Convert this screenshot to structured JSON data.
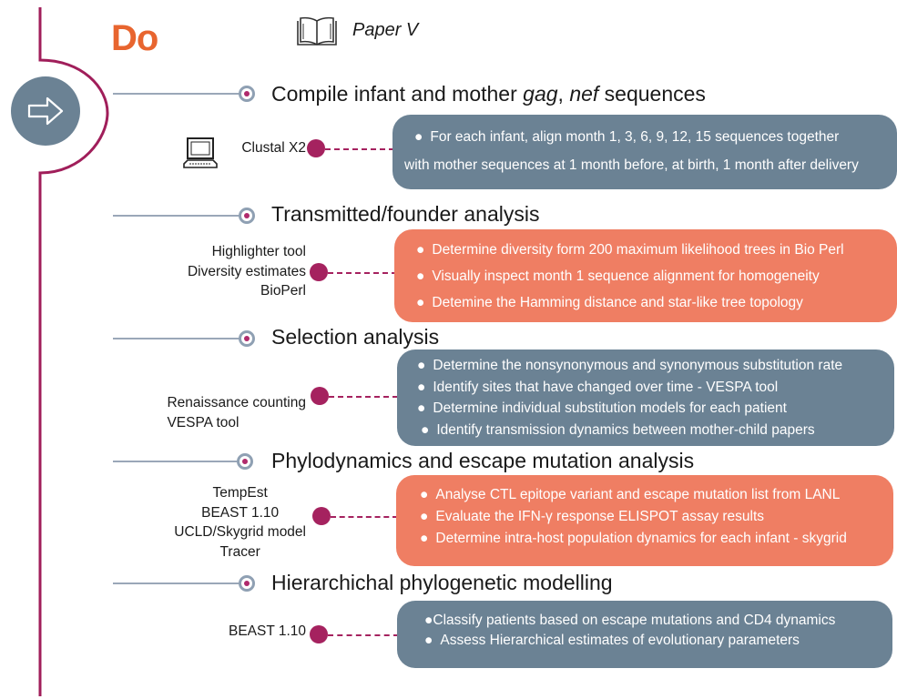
{
  "header": {
    "title": "Do",
    "paper": "Paper V",
    "colors": {
      "accent": "#e8652f",
      "line": "#a01e5a",
      "grey_box": "#6b8294",
      "orange_box": "#ef7e63",
      "connector": "#a5225f"
    }
  },
  "icons": {
    "book": "book-icon",
    "arrow": "arrow-right-icon",
    "computer": "computer-icon"
  },
  "sections": [
    {
      "heading_parts": [
        {
          "text": "Compile infant and mother ",
          "italic": false
        },
        {
          "text": "gag",
          "italic": true
        },
        {
          "text": ", ",
          "italic": false
        },
        {
          "text": "nef",
          "italic": true
        },
        {
          "text": " sequences",
          "italic": false
        }
      ],
      "tools": [
        "Clustal X2"
      ],
      "box_color": "grey",
      "box_items": [
        "For each infant, align month 1, 3, 6, 9, 12, 15 sequences together",
        "with mother sequences at 1 month before, at birth, 1 month after delivery"
      ]
    },
    {
      "heading_parts": [
        {
          "text": "Transmitted/founder analysis",
          "italic": false
        }
      ],
      "tools": [
        "Highlighter tool",
        "Diversity estimates",
        "BioPerl"
      ],
      "box_color": "orange",
      "box_items": [
        "Determine diversity form 200 maximum likelihood trees in Bio Perl",
        "Visually inspect month 1 sequence alignment for homogeneity",
        "Detemine the Hamming distance and star-like tree topology"
      ]
    },
    {
      "heading_parts": [
        {
          "text": "Selection analysis",
          "italic": false
        }
      ],
      "tools": [
        "Renaissance counting",
        "VESPA tool"
      ],
      "box_color": "grey",
      "box_items": [
        "Determine the nonsynonymous and synonymous substitution rate",
        "Identify sites that have changed over time - VESPA tool",
        "Determine individual substitution models for each patient",
        "Identify transmission dynamics between mother-child papers"
      ]
    },
    {
      "heading_parts": [
        {
          "text": "Phylodynamics and escape mutation analysis",
          "italic": false
        }
      ],
      "tools": [
        "TempEst",
        "BEAST 1.10",
        "UCLD/Skygrid model",
        "Tracer"
      ],
      "box_color": "orange",
      "box_items": [
        "Analyse CTL epitope variant and escape mutation list from LANL",
        "Evaluate the IFN-γ response ELISPOT assay results",
        "Determine intra-host population dynamics  for each infant - skygrid"
      ]
    },
    {
      "heading_parts": [
        {
          "text": "Hierarchichal phylogenetic modelling",
          "italic": false
        }
      ],
      "tools": [
        "BEAST 1.10"
      ],
      "box_color": "grey",
      "box_items": [
        "Classify patients based on escape mutations and CD4 dynamics",
        "Assess Hierarchical estimates of evolutionary parameters"
      ]
    }
  ]
}
